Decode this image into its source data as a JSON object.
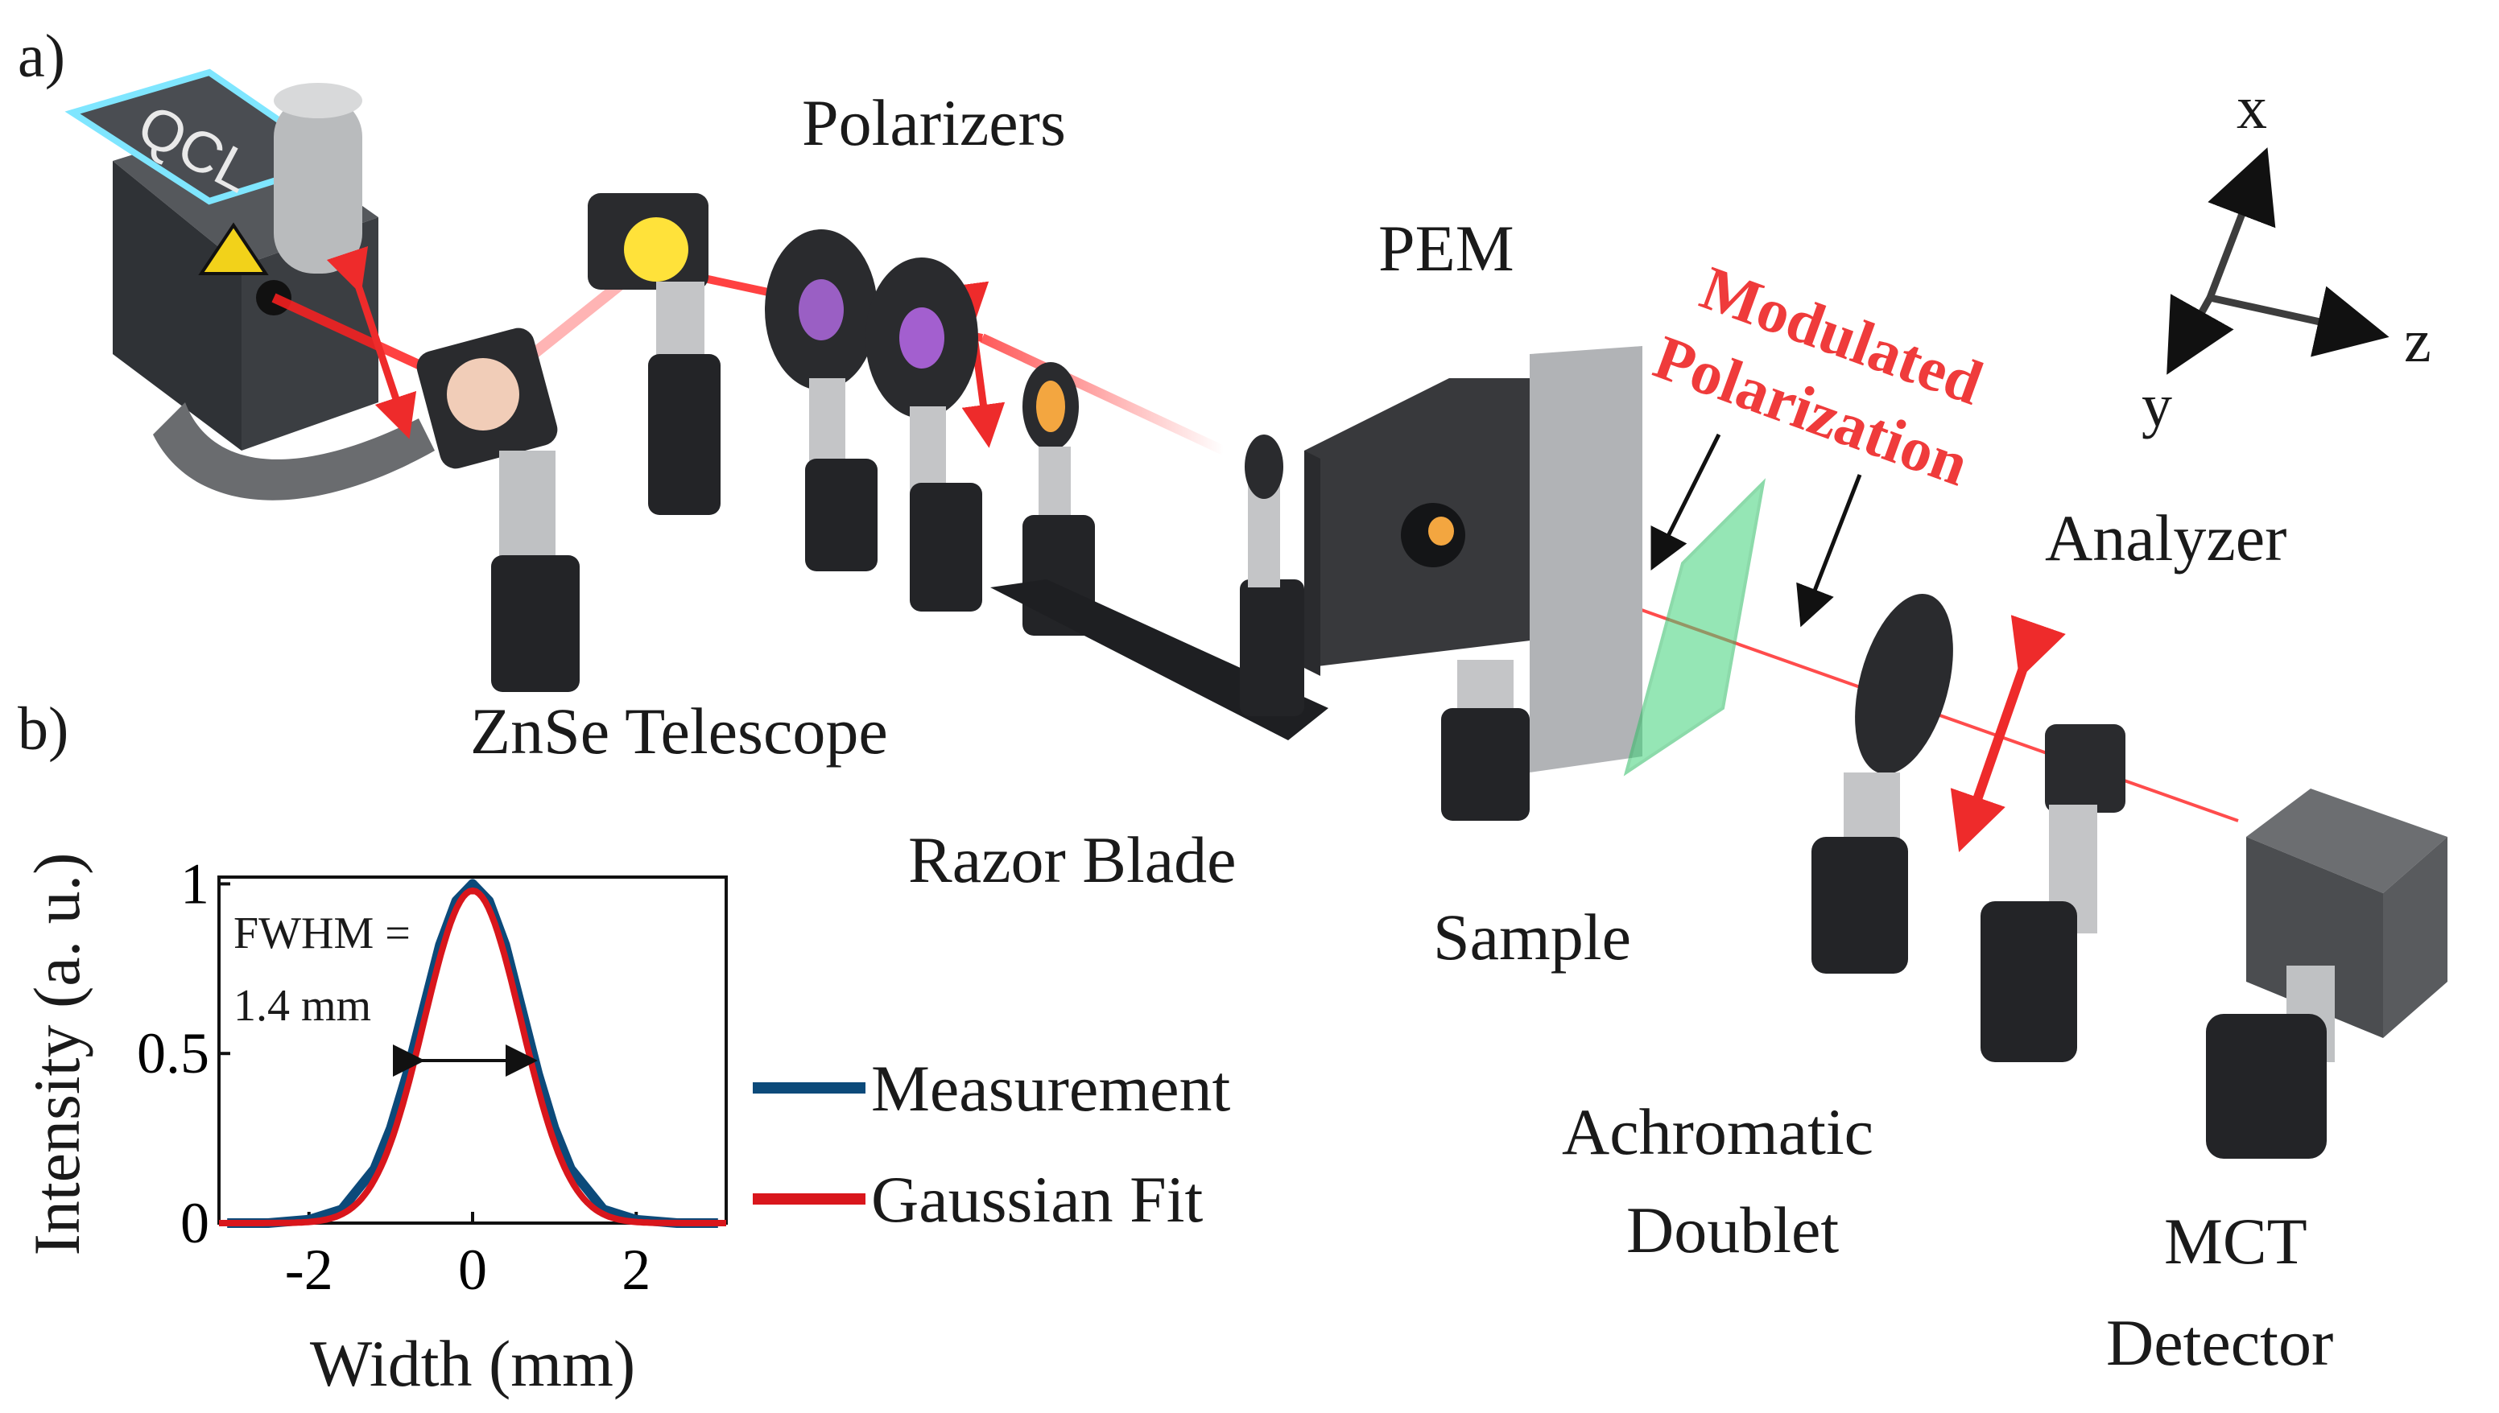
{
  "panel_labels": {
    "a": "a)",
    "b": "b)"
  },
  "components": {
    "qcl": "QCL",
    "polarizers": "Polarizers",
    "pem": "PEM",
    "zn_telescope": "ZnSe Telescope",
    "razor_blade": "Razor Blade",
    "sample": "Sample",
    "analyzer": "Analyzer",
    "achromatic_doublet_line1": "Achromatic",
    "achromatic_doublet_line2": "Doublet",
    "mct_line1": "MCT",
    "mct_line2": "Detector"
  },
  "modulated": {
    "line1": "Modulated",
    "line2": "Polarization"
  },
  "axes_triad": {
    "x": "x",
    "y": "y",
    "z": "z"
  },
  "colors": {
    "beam": "#ff2020",
    "measurement": "#0c4a7a",
    "gaussian_fit": "#d9161c",
    "sample_plate": "#3fd27a",
    "polarization_text": "#ef3b3b"
  },
  "chart_data": {
    "type": "line",
    "xlabel": "Width (mm)",
    "ylabel": "Intensity (a. u.)",
    "xlim": [
      -3.1,
      3.1
    ],
    "ylim": [
      0,
      1.02
    ],
    "xticks": [
      -2,
      0,
      2
    ],
    "yticks": [
      0,
      0.5,
      1
    ],
    "xtick_labels": [
      "-2",
      "0",
      "2"
    ],
    "ytick_labels": [
      "0",
      "0.5",
      "1"
    ],
    "annotation": {
      "line1": "FWHM =",
      "line2": "1.4 mm",
      "fwhm_mm": 1.4
    },
    "legend_placement": "right",
    "series": [
      {
        "name": "Measurement",
        "color": "#0c4a7a",
        "x": [
          -3,
          -2.5,
          -2,
          -1.6,
          -1.2,
          -1,
          -0.8,
          -0.6,
          -0.4,
          -0.2,
          0,
          0.2,
          0.4,
          0.6,
          0.8,
          1,
          1.2,
          1.6,
          2,
          2.5,
          3
        ],
        "y": [
          0,
          0,
          0.01,
          0.04,
          0.16,
          0.28,
          0.44,
          0.63,
          0.82,
          0.95,
          1.0,
          0.95,
          0.82,
          0.63,
          0.44,
          0.28,
          0.16,
          0.04,
          0.01,
          0,
          0
        ]
      },
      {
        "name": "Gaussian Fit",
        "color": "#d9161c",
        "model": "gaussian",
        "center": 0,
        "fwhm": 1.4,
        "amplitude": 0.98
      }
    ]
  }
}
